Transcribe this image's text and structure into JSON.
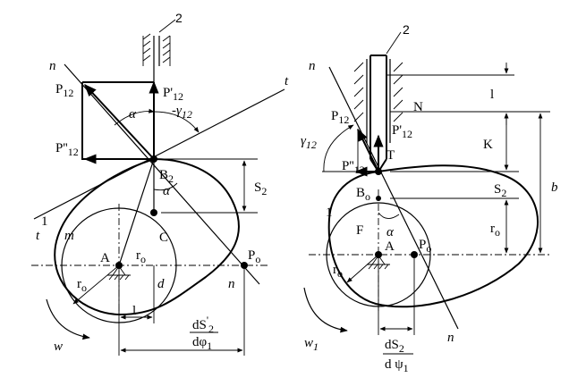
{
  "left_diagram": {
    "labels": {
      "follower_no": "2",
      "normal": "n",
      "normal_bottom": "n",
      "tangent_right": "t",
      "tangent_left": "t",
      "force": "P",
      "force_sub": "12",
      "force_prime": "P'",
      "force_prime_sub": "12",
      "force_dprime": "P''",
      "force_dprime_sub": "12",
      "alpha": "α",
      "alpha2": "α",
      "gamma": "-γ",
      "gamma_sub": "12",
      "contact": "B",
      "contact_sub": "2",
      "stroke": "S",
      "stroke_sub": "2",
      "cam_no": "1",
      "m": "m",
      "point_c": "C",
      "point_a": "A",
      "r0": "r",
      "r0_sub": "o",
      "r0_2": "r",
      "r0_2_sub": "o",
      "d": "d",
      "p0": "P",
      "p0_sub": "o",
      "l": "l",
      "omega": "w",
      "ds_num": "dS",
      "ds_num_sup": "'",
      "ds_num_sub": "2",
      "ds_den": "dφ",
      "ds_den_sub": "1"
    }
  },
  "right_diagram": {
    "labels": {
      "follower_no": "2",
      "normal": "n",
      "normal_bottom": "n",
      "force": "P",
      "force_sub": "12",
      "force_prime": "P'",
      "force_prime_sub": "12",
      "force_dprime": "P''",
      "force_dprime_sub": "12",
      "gamma": "γ",
      "gamma_sub": "12",
      "N": "N",
      "l": "l",
      "K": "K",
      "T": "T",
      "b": "b",
      "contact": "B",
      "contact_sub": "o",
      "stroke": "S",
      "stroke_sub": "2",
      "cam_no": "1",
      "F": "F",
      "alpha": "α",
      "point_a": "A",
      "p0": "P",
      "p0_sub": "o",
      "r0": "r",
      "r0_sub": "o",
      "r0_2": "r",
      "r0_2_sub": "o",
      "omega": "w",
      "omega_sub": "1",
      "ds_num": "dS",
      "ds_num_sub": "2",
      "ds_den": "d ψ",
      "ds_den_sub": "1"
    }
  }
}
